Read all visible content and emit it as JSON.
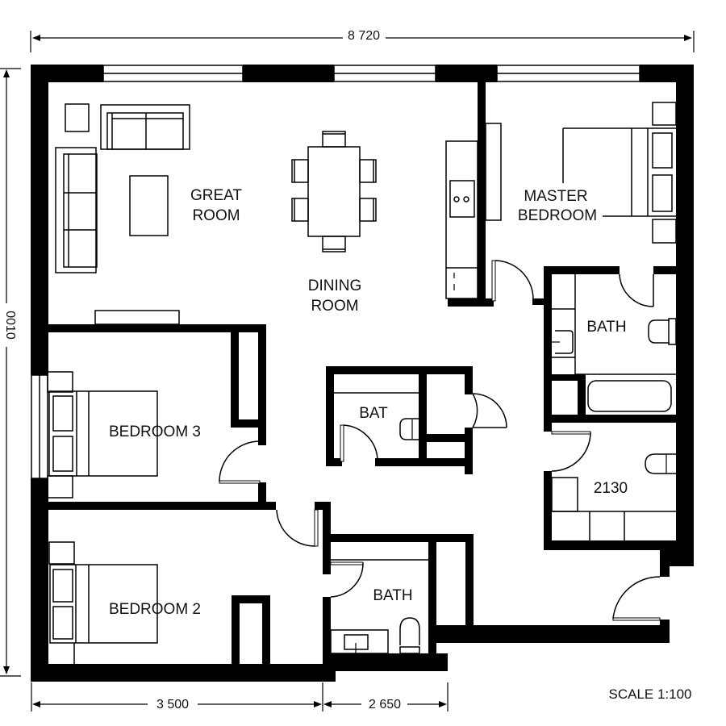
{
  "plan": {
    "dimensions": {
      "overall_width": "8 720",
      "overall_height": "0010",
      "bottom_left": "3 500",
      "bottom_right": "2 650"
    },
    "scale_label": "SCALE 1:100",
    "rooms": {
      "great_room": {
        "line1": "GREAT",
        "line2": "ROOM"
      },
      "dining_room": {
        "line1": "DINING",
        "line2": "ROOM"
      },
      "master_bedroom": {
        "line1": "MASTER",
        "line2": "BEDROOM"
      },
      "master_bath": {
        "label": "BATH"
      },
      "center_bath": {
        "label": "BAT"
      },
      "laundry": {
        "label": "2130"
      },
      "bedroom_3": {
        "label": "BEDROOM 3"
      },
      "bedroom_2": {
        "label": "BEDROOM 2"
      },
      "hall_bath": {
        "label": "BATH"
      }
    },
    "colors": {
      "wall": "#000000",
      "background": "#ffffff"
    }
  }
}
